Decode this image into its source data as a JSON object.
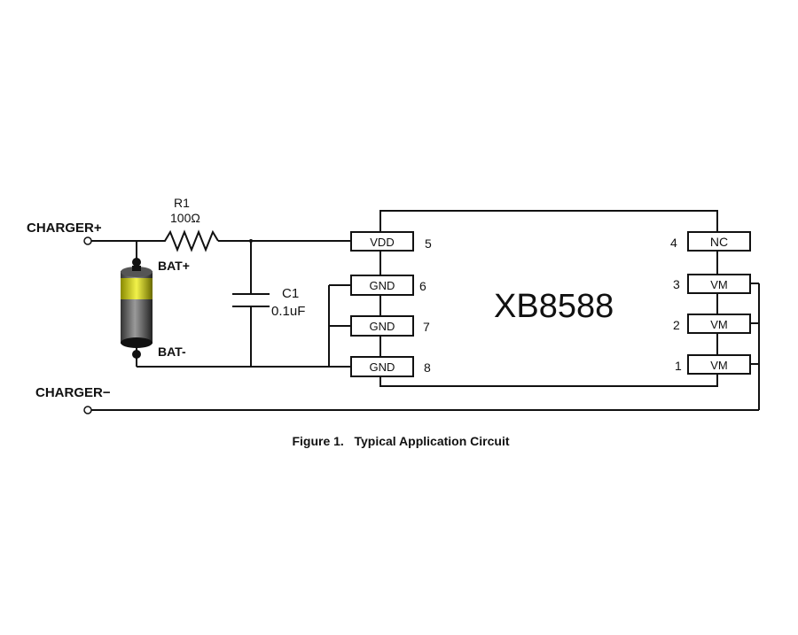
{
  "chip": {
    "name": "XB8588"
  },
  "terminals": {
    "charger_pos": "CHARGER+",
    "charger_neg": "CHARGER−"
  },
  "battery": {
    "pos_label": "BAT+",
    "neg_label": "BAT-"
  },
  "resistor": {
    "ref": "R1",
    "value": "100Ω"
  },
  "capacitor": {
    "ref": "C1",
    "value": "0.1uF"
  },
  "left_pins": [
    {
      "label": "VDD",
      "number": "5"
    },
    {
      "label": "GND",
      "number": "6"
    },
    {
      "label": "GND",
      "number": "7"
    },
    {
      "label": "GND",
      "number": "8"
    }
  ],
  "right_pins": [
    {
      "label": "NC",
      "number": "4"
    },
    {
      "label": "VM",
      "number": "3"
    },
    {
      "label": "VM",
      "number": "2"
    },
    {
      "label": "VM",
      "number": "1"
    }
  ],
  "caption": "Figure 1.   Typical Application Circuit"
}
